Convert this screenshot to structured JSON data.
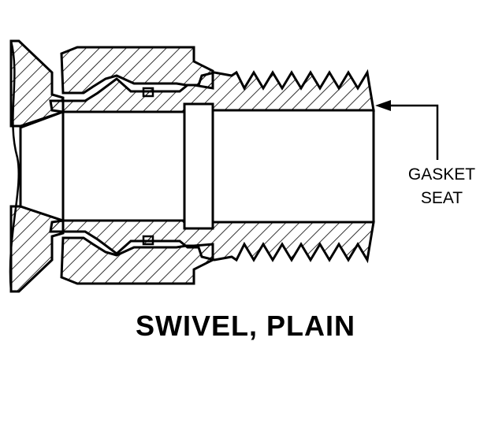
{
  "diagram": {
    "callout_lines": [
      "GASKET",
      "SEAT"
    ],
    "title": "SWIVEL, PLAIN",
    "ink_color": "#000000",
    "background": "#ffffff"
  }
}
